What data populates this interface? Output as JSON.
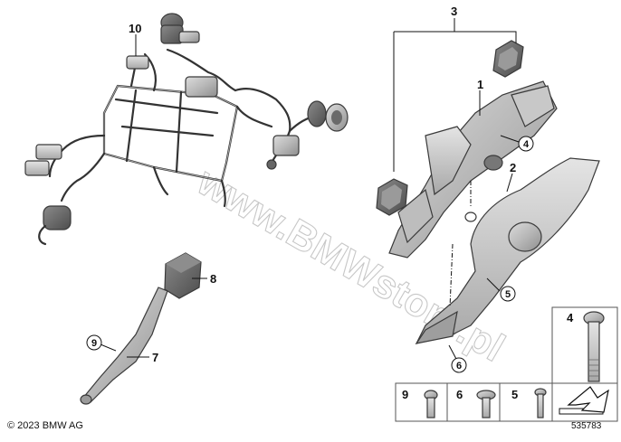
{
  "copyright": "© 2023 BMW AG",
  "diagram_code": "535783",
  "watermark": "www.BMWstore.pl",
  "callouts": [
    {
      "id": "callout-10",
      "label": "10",
      "circled": false
    },
    {
      "id": "callout-3",
      "label": "3",
      "circled": false
    },
    {
      "id": "callout-1",
      "label": "1",
      "circled": false
    },
    {
      "id": "callout-4-circle",
      "label": "4",
      "circled": true
    },
    {
      "id": "callout-2",
      "label": "2",
      "circled": false
    },
    {
      "id": "callout-8",
      "label": "8",
      "circled": false
    },
    {
      "id": "callout-5-circle",
      "label": "5",
      "circled": true
    },
    {
      "id": "callout-9-circle",
      "label": "9",
      "circled": true
    },
    {
      "id": "callout-7",
      "label": "7",
      "circled": false
    },
    {
      "id": "callout-6-circle",
      "label": "6",
      "circled": true
    }
  ],
  "parts_table": [
    {
      "label": "9"
    },
    {
      "label": "6"
    },
    {
      "label": "5"
    },
    {
      "label": "4"
    }
  ]
}
